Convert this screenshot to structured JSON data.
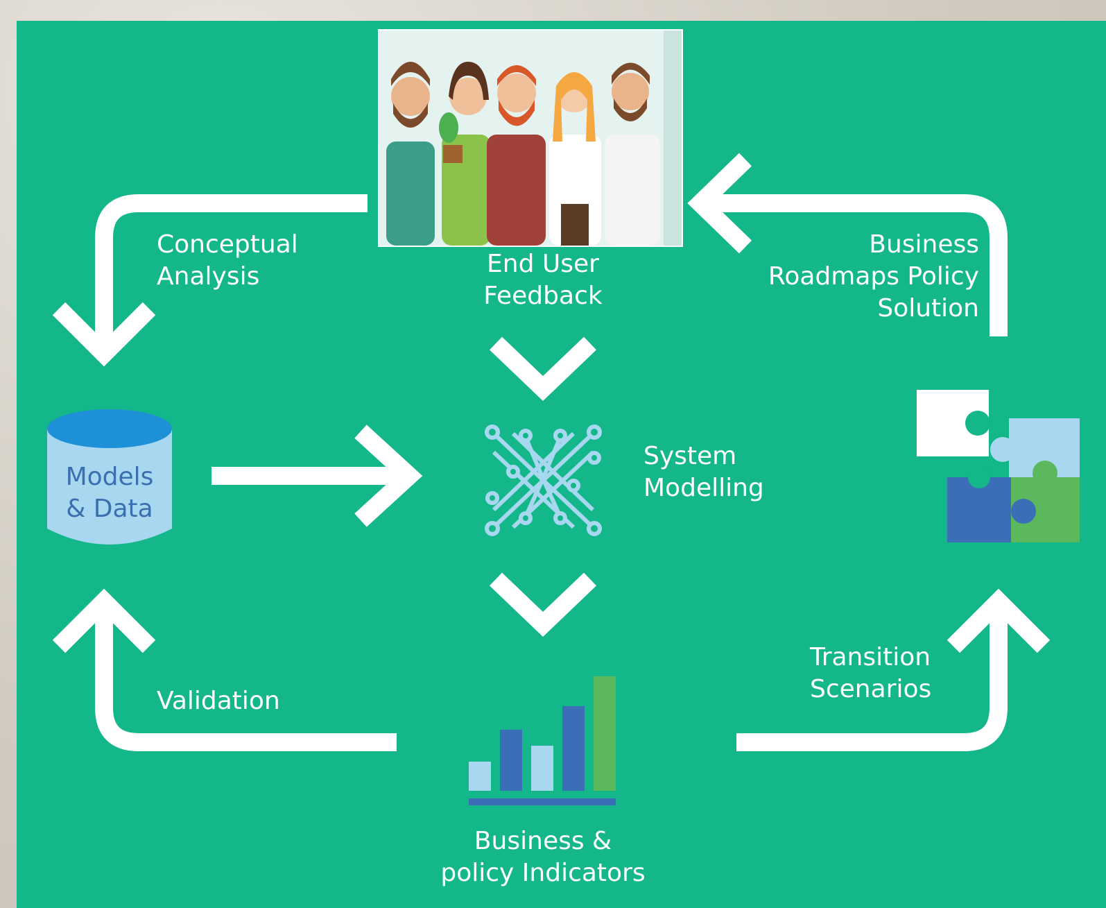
{
  "diagram": {
    "labels": {
      "conceptual_analysis": "Conceptual\nAnalysis",
      "end_user_feedback": "End User\nFeedback",
      "business_roadmaps": "Business\nRoadmaps Policy\nSolution",
      "models_data": "Models\n& Data",
      "system_modelling": "System\nModelling",
      "validation": "Validation",
      "transition_scenarios": "Transition\nScenarios",
      "business_indicators": "Business &\npolicy Indicators"
    },
    "icons": {
      "people": "people-group-illustration",
      "database": "database-cylinder-icon",
      "network": "network-node-icon",
      "puzzle": "puzzle-pieces-icon",
      "chart": "bar-chart-icon"
    },
    "colors": {
      "background": "#13b78a",
      "arrows": "#ffffff",
      "light_blue": "#a8d8f0",
      "dark_blue": "#3a6fb8",
      "green": "#5cb85c",
      "cylinder_top": "#1e90d8"
    }
  }
}
